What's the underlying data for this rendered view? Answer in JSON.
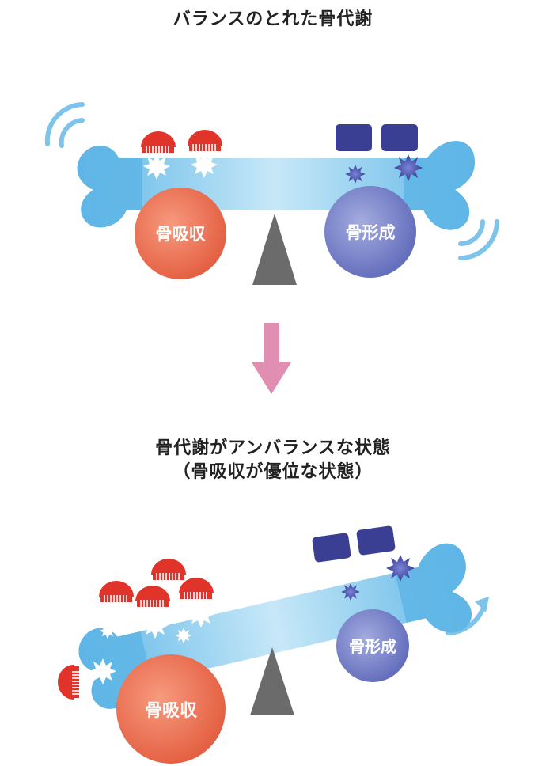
{
  "top": {
    "title": "バランスのとれた骨代謝",
    "resorption_label": "骨吸収",
    "formation_label": "骨形成"
  },
  "bottom": {
    "title_line1": "骨代謝がアンバランスな状態",
    "title_line2": "（骨吸収が優位な状態）",
    "resorption_label": "骨吸収",
    "formation_label": "骨形成"
  },
  "colors": {
    "bone": "#5fb6e6",
    "bone_highlight": "#bfe3f7",
    "resorption": "#ea6a4a",
    "formation": "#6b76c4",
    "osteoclast": "#e0332a",
    "osteoblast": "#3a3f94",
    "fulcrum": "#6b6b6b",
    "arrow": "#e08fb2",
    "motion_arc": "#7ec4ea"
  },
  "icons": {
    "osteoclast": "osteoclast-icon",
    "osteoblast": "osteoblast-icon",
    "burst": "burst-icon",
    "fulcrum": "fulcrum-icon",
    "down_arrow": "down-arrow-icon",
    "motion": "motion-arc-icon"
  }
}
